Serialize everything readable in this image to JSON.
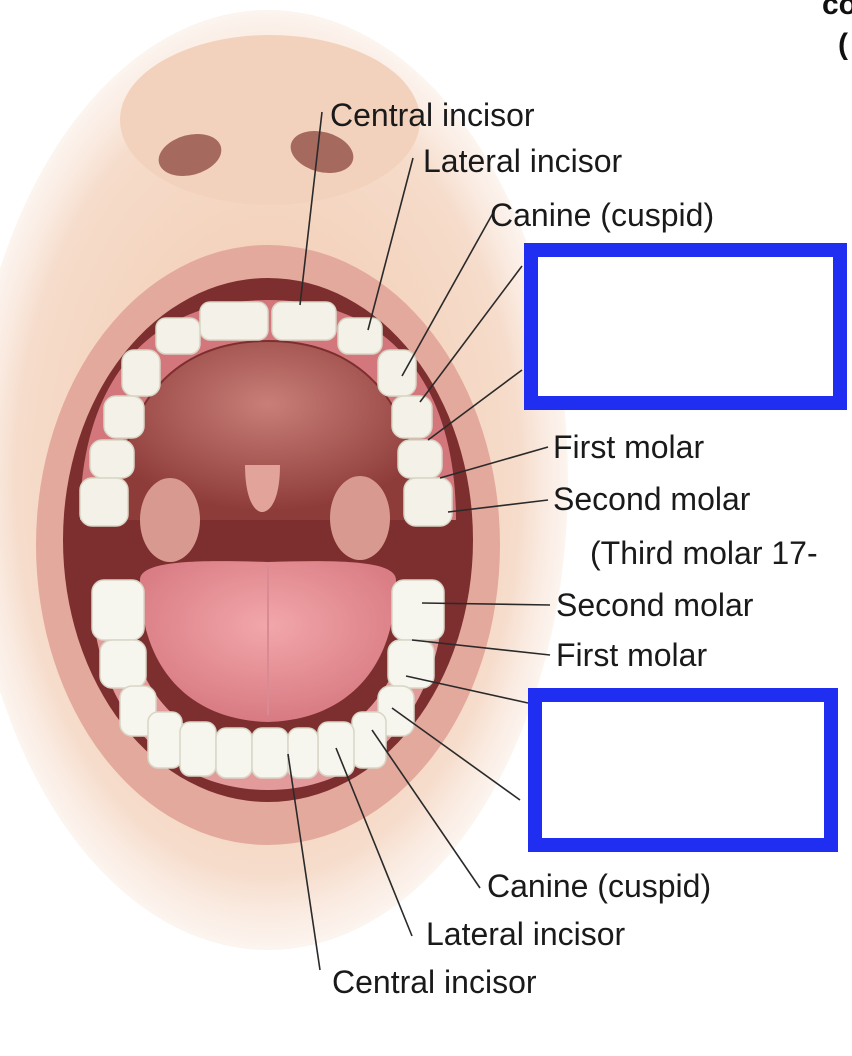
{
  "corner_text": {
    "line1": "co",
    "line2": "("
  },
  "labels": {
    "upper_central_incisor": "Central incisor",
    "upper_lateral_incisor": "Lateral incisor",
    "upper_canine": "Canine (cuspid)",
    "upper_first_molar": "First molar",
    "upper_second_molar": "Second molar",
    "third_molar_note": "(Third molar 17-",
    "lower_second_molar": "Second molar",
    "lower_first_molar": "First molar",
    "lower_canine": "Canine (cuspid)",
    "lower_lateral_incisor": "Lateral incisor",
    "lower_central_incisor": "Central incisor"
  },
  "colors": {
    "mask_border": "#1f2ef0",
    "mask_fill": "#ffffff",
    "label_text": "#1a1a1a"
  },
  "mask_boxes": [
    "upper-premolars-mask",
    "lower-premolars-mask"
  ]
}
